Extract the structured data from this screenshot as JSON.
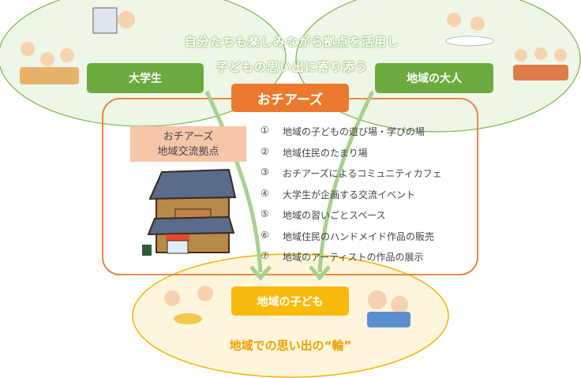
{
  "slogan": {
    "line1": "自分たちも楽しみながら拠点を活用し",
    "line2": "子どもの思い出に寄り添う"
  },
  "groups": {
    "students": "大学生",
    "adults": "地域の大人",
    "children": "地域の子ども"
  },
  "center": {
    "title": "おチアーズ",
    "base_line1": "おチアーズ",
    "base_line2": "地域交流拠点"
  },
  "activities": [
    {
      "num": "①",
      "text": "地域の子どもの遊び場・学びの場"
    },
    {
      "num": "②",
      "text": "地域住民のたまり場"
    },
    {
      "num": "③",
      "text": "おチアーズによるコミュニティカフェ"
    },
    {
      "num": "④",
      "text": "大学生が企画する交流イベント"
    },
    {
      "num": "⑤",
      "text": "地域の習いごとスペース"
    },
    {
      "num": "⑥",
      "text": "地域住民のハンドメイド作品の販売"
    },
    {
      "num": "⑦",
      "text": "地域のアーティストの作品の展示"
    }
  ],
  "ring_text": "地域での思い出の“輪”",
  "colors": {
    "green": "#6aaa3f",
    "orange": "#ec7a2e",
    "yellow": "#f8bb0d",
    "peach": "#f6c6a9"
  }
}
